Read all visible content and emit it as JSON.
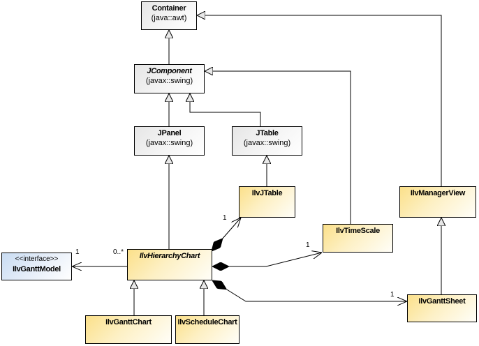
{
  "diagram": {
    "type": "uml-class-diagram",
    "classes": {
      "container": {
        "name": "Container",
        "package": "(java::awt)",
        "abstract": false
      },
      "jcomponent": {
        "name": "JComponent",
        "package": "(javax::swing)",
        "abstract": true
      },
      "jpanel": {
        "name": "JPanel",
        "package": "(javax::swing)",
        "abstract": false
      },
      "jtable": {
        "name": "JTable",
        "package": "(javax::swing)",
        "abstract": false
      },
      "ilvjtable": {
        "name": "IlvJTable",
        "abstract": false
      },
      "ilvtimescale": {
        "name": "IlvTimeScale",
        "abstract": false
      },
      "ilvmanagerview": {
        "name": "IlvManagerView",
        "abstract": false
      },
      "ilvganttmodel": {
        "name": "IlvGanttModel",
        "stereotype": "<<interface>>",
        "abstract": false
      },
      "ilvhierarchychart": {
        "name": "IlvHierarchyChart",
        "abstract": true
      },
      "ilvganttsheet": {
        "name": "IlvGanttSheet",
        "abstract": false
      },
      "ilvganttchart": {
        "name": "IlvGanttChart",
        "abstract": false
      },
      "ilvschedulechart": {
        "name": "IlvScheduleChart",
        "abstract": false
      }
    },
    "relations": [
      {
        "kind": "generalization",
        "from": "JComponent",
        "to": "Container"
      },
      {
        "kind": "generalization",
        "from": "IlvManagerView",
        "to": "Container"
      },
      {
        "kind": "generalization",
        "from": "JPanel",
        "to": "JComponent"
      },
      {
        "kind": "generalization",
        "from": "JTable",
        "to": "JComponent"
      },
      {
        "kind": "generalization",
        "from": "IlvTimeScale",
        "to": "JComponent"
      },
      {
        "kind": "generalization",
        "from": "IlvJTable",
        "to": "JTable"
      },
      {
        "kind": "generalization",
        "from": "IlvHierarchyChart",
        "to": "JPanel"
      },
      {
        "kind": "generalization",
        "from": "IlvGanttSheet",
        "to": "IlvManagerView"
      },
      {
        "kind": "generalization",
        "from": "IlvGanttChart",
        "to": "IlvHierarchyChart"
      },
      {
        "kind": "generalization",
        "from": "IlvScheduleChart",
        "to": "IlvHierarchyChart"
      },
      {
        "kind": "association",
        "from": "IlvHierarchyChart",
        "to": "IlvGanttModel",
        "from_mult": "0..*",
        "to_mult": "1"
      },
      {
        "kind": "composition",
        "from": "IlvHierarchyChart",
        "to": "IlvJTable",
        "to_mult": "1"
      },
      {
        "kind": "composition",
        "from": "IlvHierarchyChart",
        "to": "IlvTimeScale",
        "to_mult": "1"
      },
      {
        "kind": "composition",
        "from": "IlvHierarchyChart",
        "to": "IlvGanttSheet",
        "to_mult": "1"
      }
    ],
    "multiplicities": {
      "model_one": "1",
      "model_many": "0..*",
      "jtable_one": "1",
      "timescale_one": "1",
      "sheet_one": "1"
    },
    "colors": {
      "library_class": "#eeeeee",
      "product_class": "#fbe08a",
      "interface_class": "#c9dcf2",
      "line": "#000000"
    }
  }
}
